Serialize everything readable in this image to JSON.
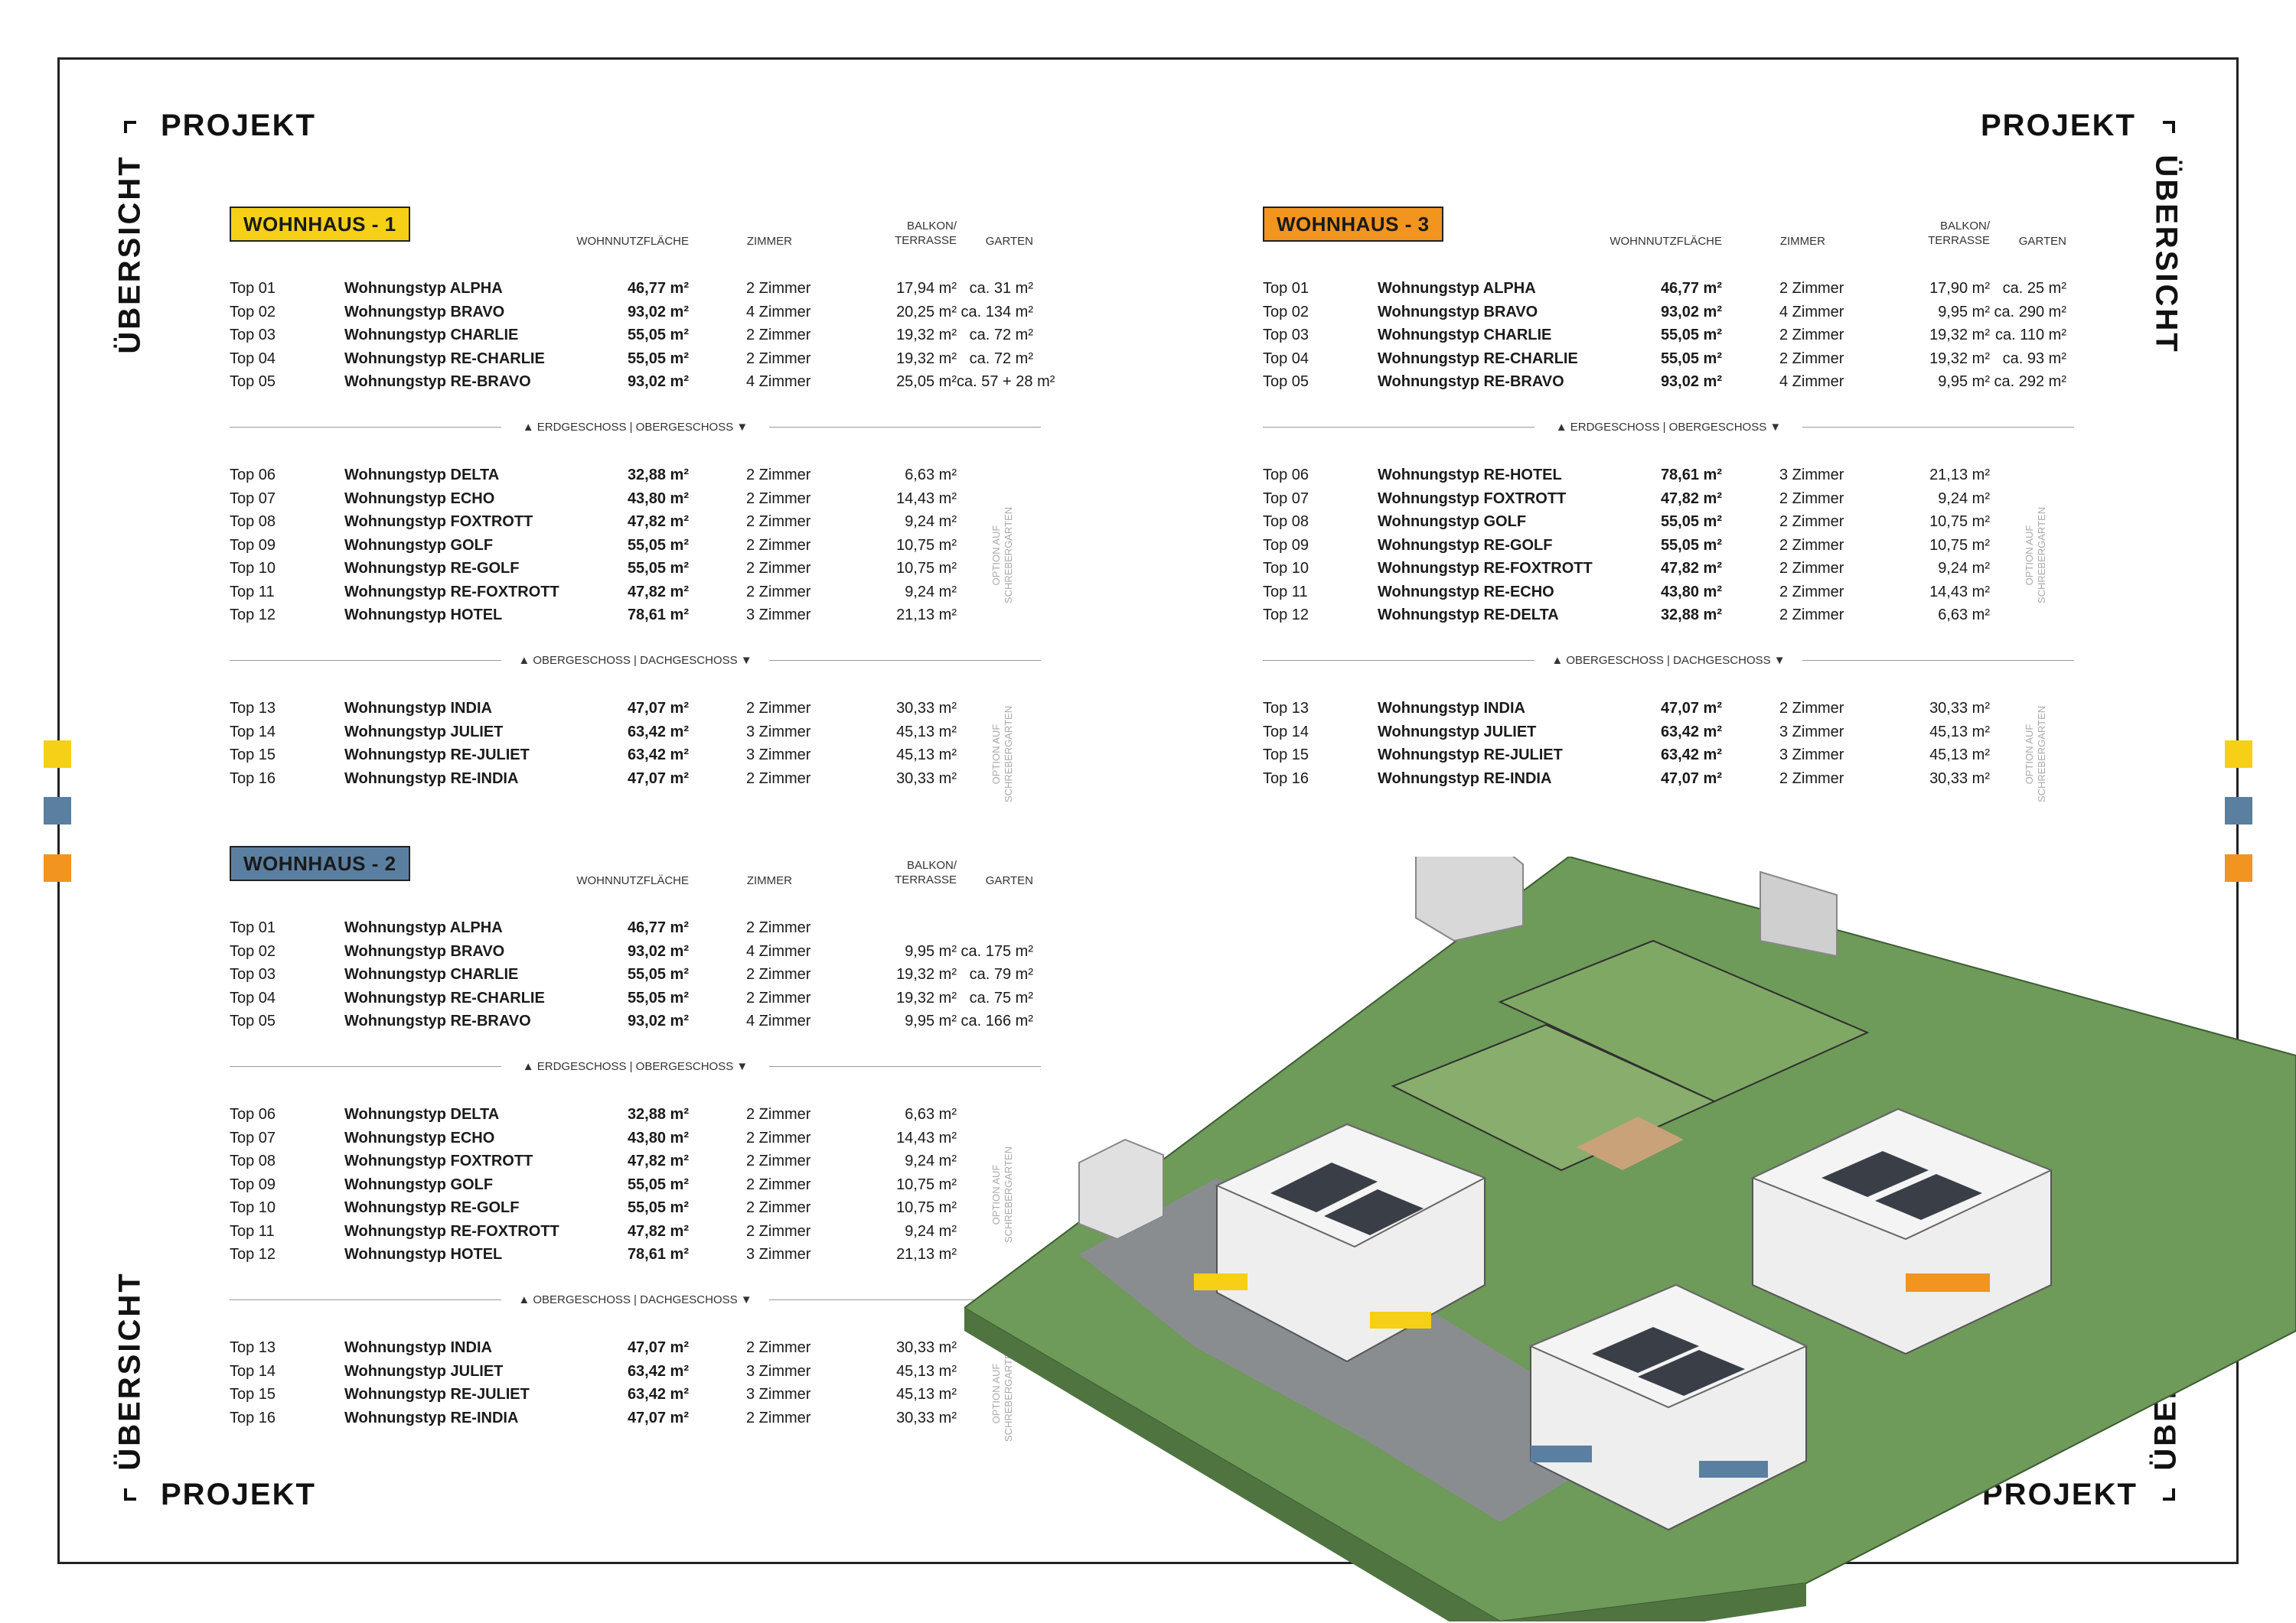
{
  "corners": {
    "projekt": "PROJEKT",
    "uebersicht": "ÜBERSICHT"
  },
  "colors": {
    "haus1": "#f5d016",
    "haus2": "#5b7fa0",
    "haus3": "#f29420",
    "lawn": "#6e9a5a",
    "frame": "#222222"
  },
  "headers": {
    "area": "WOHNNUTZFLÄCHE",
    "rooms": "ZIMMER",
    "balcony_1": "BALKON/",
    "balcony_2": "TERRASSE",
    "garden": "GARTEN"
  },
  "option_text_1": "OPTION AUF",
  "option_text_2": "SCHREBERGARTEN",
  "houses": [
    {
      "title": "WOHNHAUS - 1",
      "groups": [
        [
          [
            "Top 01",
            "Wohnungstyp ALPHA",
            "46,77 m²",
            "2 Zimmer",
            "17,94 m²",
            "ca. 31 m²"
          ],
          [
            "Top 02",
            "Wohnungstyp BRAVO",
            "93,02 m²",
            "4 Zimmer",
            "20,25 m²",
            "ca. 134 m²"
          ],
          [
            "Top 03",
            "Wohnungstyp CHARLIE",
            "55,05 m²",
            "2 Zimmer",
            "19,32 m²",
            "ca. 72 m²"
          ],
          [
            "Top 04",
            "Wohnungstyp RE-CHARLIE",
            "55,05 m²",
            "2 Zimmer",
            "19,32 m²",
            "ca. 72 m²"
          ],
          [
            "Top 05",
            "Wohnungstyp RE-BRAVO",
            "93,02 m²",
            "4 Zimmer",
            "25,05 m²",
            "ca. 57 + 28 m²"
          ]
        ],
        [
          [
            "Top 06",
            "Wohnungstyp DELTA",
            "32,88 m²",
            "2 Zimmer",
            "6,63 m²",
            ""
          ],
          [
            "Top 07",
            "Wohnungstyp ECHO",
            "43,80 m²",
            "2 Zimmer",
            "14,43 m²",
            ""
          ],
          [
            "Top 08",
            "Wohnungstyp FOXTROTT",
            "47,82 m²",
            "2 Zimmer",
            "9,24 m²",
            ""
          ],
          [
            "Top 09",
            "Wohnungstyp GOLF",
            "55,05 m²",
            "2 Zimmer",
            "10,75 m²",
            ""
          ],
          [
            "Top 10",
            "Wohnungstyp RE-GOLF",
            "55,05 m²",
            "2 Zimmer",
            "10,75 m²",
            ""
          ],
          [
            "Top 11",
            "Wohnungstyp RE-FOXTROTT",
            "47,82 m²",
            "2 Zimmer",
            "9,24 m²",
            ""
          ],
          [
            "Top 12",
            "Wohnungstyp HOTEL",
            "78,61 m²",
            "3 Zimmer",
            "21,13 m²",
            ""
          ]
        ],
        [
          [
            "Top 13",
            "Wohnungstyp INDIA",
            "47,07 m²",
            "2 Zimmer",
            "30,33 m²",
            ""
          ],
          [
            "Top 14",
            "Wohnungstyp JULIET",
            "63,42 m²",
            "3 Zimmer",
            "45,13 m²",
            ""
          ],
          [
            "Top 15",
            "Wohnungstyp RE-JULIET",
            "63,42 m²",
            "3 Zimmer",
            "45,13 m²",
            ""
          ],
          [
            "Top 16",
            "Wohnungstyp RE-INDIA",
            "47,07 m²",
            "2 Zimmer",
            "30,33 m²",
            ""
          ]
        ]
      ],
      "dividers": [
        "▲  ERDGESCHOSS   |   OBERGESCHOSS  ▼",
        "▲  OBERGESCHOSS   |   DACHGESCHOSS  ▼"
      ]
    },
    {
      "title": "WOHNHAUS - 2",
      "groups": [
        [
          [
            "Top 01",
            "Wohnungstyp ALPHA",
            "46,77 m²",
            "2 Zimmer",
            "",
            ""
          ],
          [
            "Top 02",
            "Wohnungstyp BRAVO",
            "93,02 m²",
            "4 Zimmer",
            "9,95 m²",
            "ca. 175 m²"
          ],
          [
            "Top 03",
            "Wohnungstyp CHARLIE",
            "55,05 m²",
            "2 Zimmer",
            "19,32 m²",
            "ca. 79 m²"
          ],
          [
            "Top 04",
            "Wohnungstyp RE-CHARLIE",
            "55,05 m²",
            "2 Zimmer",
            "19,32 m²",
            "ca. 75 m²"
          ],
          [
            "Top 05",
            "Wohnungstyp RE-BRAVO",
            "93,02 m²",
            "4 Zimmer",
            "9,95 m²",
            "ca. 166 m²"
          ]
        ],
        [
          [
            "Top 06",
            "Wohnungstyp DELTA",
            "32,88 m²",
            "2 Zimmer",
            "6,63 m²",
            ""
          ],
          [
            "Top 07",
            "Wohnungstyp ECHO",
            "43,80 m²",
            "2 Zimmer",
            "14,43 m²",
            ""
          ],
          [
            "Top 08",
            "Wohnungstyp FOXTROTT",
            "47,82 m²",
            "2 Zimmer",
            "9,24 m²",
            ""
          ],
          [
            "Top 09",
            "Wohnungstyp GOLF",
            "55,05 m²",
            "2 Zimmer",
            "10,75 m²",
            ""
          ],
          [
            "Top 10",
            "Wohnungstyp RE-GOLF",
            "55,05 m²",
            "2 Zimmer",
            "10,75 m²",
            ""
          ],
          [
            "Top 11",
            "Wohnungstyp RE-FOXTROTT",
            "47,82 m²",
            "2 Zimmer",
            "9,24 m²",
            ""
          ],
          [
            "Top 12",
            "Wohnungstyp HOTEL",
            "78,61 m²",
            "3 Zimmer",
            "21,13 m²",
            ""
          ]
        ],
        [
          [
            "Top 13",
            "Wohnungstyp INDIA",
            "47,07 m²",
            "2 Zimmer",
            "30,33 m²",
            ""
          ],
          [
            "Top 14",
            "Wohnungstyp JULIET",
            "63,42 m²",
            "3 Zimmer",
            "45,13 m²",
            ""
          ],
          [
            "Top 15",
            "Wohnungstyp RE-JULIET",
            "63,42 m²",
            "3 Zimmer",
            "45,13 m²",
            ""
          ],
          [
            "Top 16",
            "Wohnungstyp RE-INDIA",
            "47,07 m²",
            "2 Zimmer",
            "30,33 m²",
            ""
          ]
        ]
      ],
      "dividers": [
        "▲  ERDGESCHOSS   |   OBERGESCHOSS  ▼",
        "▲  OBERGESCHOSS   |   DACHGESCHOSS  ▼"
      ]
    },
    {
      "title": "WOHNHAUS - 3",
      "groups": [
        [
          [
            "Top 01",
            "Wohnungstyp ALPHA",
            "46,77 m²",
            "2 Zimmer",
            "17,90 m²",
            "ca. 25 m²"
          ],
          [
            "Top 02",
            "Wohnungstyp BRAVO",
            "93,02 m²",
            "4 Zimmer",
            "9,95 m²",
            "ca. 290 m²"
          ],
          [
            "Top 03",
            "Wohnungstyp CHARLIE",
            "55,05 m²",
            "2 Zimmer",
            "19,32 m²",
            "ca. 110 m²"
          ],
          [
            "Top 04",
            "Wohnungstyp RE-CHARLIE",
            "55,05 m²",
            "2 Zimmer",
            "19,32 m²",
            "ca. 93 m²"
          ],
          [
            "Top 05",
            "Wohnungstyp RE-BRAVO",
            "93,02 m²",
            "4 Zimmer",
            "9,95 m²",
            "ca. 292 m²"
          ]
        ],
        [
          [
            "Top 06",
            "Wohnungstyp RE-HOTEL",
            "78,61 m²",
            "3 Zimmer",
            "21,13 m²",
            ""
          ],
          [
            "Top 07",
            "Wohnungstyp FOXTROTT",
            "47,82 m²",
            "2 Zimmer",
            "9,24 m²",
            ""
          ],
          [
            "Top 08",
            "Wohnungstyp GOLF",
            "55,05 m²",
            "2 Zimmer",
            "10,75 m²",
            ""
          ],
          [
            "Top 09",
            "Wohnungstyp RE-GOLF",
            "55,05 m²",
            "2 Zimmer",
            "10,75 m²",
            ""
          ],
          [
            "Top 10",
            "Wohnungstyp RE-FOXTROTT",
            "47,82 m²",
            "2 Zimmer",
            "9,24 m²",
            ""
          ],
          [
            "Top 11",
            "Wohnungstyp RE-ECHO",
            "43,80 m²",
            "2 Zimmer",
            "14,43 m²",
            ""
          ],
          [
            "Top 12",
            "Wohnungstyp RE-DELTA",
            "32,88 m²",
            "2 Zimmer",
            "6,63 m²",
            ""
          ]
        ],
        [
          [
            "Top 13",
            "Wohnungstyp INDIA",
            "47,07 m²",
            "2 Zimmer",
            "30,33 m²",
            ""
          ],
          [
            "Top 14",
            "Wohnungstyp JULIET",
            "63,42 m²",
            "3 Zimmer",
            "45,13 m²",
            ""
          ],
          [
            "Top 15",
            "Wohnungstyp RE-JULIET",
            "63,42 m²",
            "3 Zimmer",
            "45,13 m²",
            ""
          ],
          [
            "Top 16",
            "Wohnungstyp RE-INDIA",
            "47,07 m²",
            "2 Zimmer",
            "30,33 m²",
            ""
          ]
        ]
      ],
      "dividers": [
        "▲  ERDGESCHOSS   |   OBERGESCHOSS  ▼",
        "▲  OBERGESCHOSS   |   DACHGESCHOSS  ▼"
      ]
    }
  ]
}
